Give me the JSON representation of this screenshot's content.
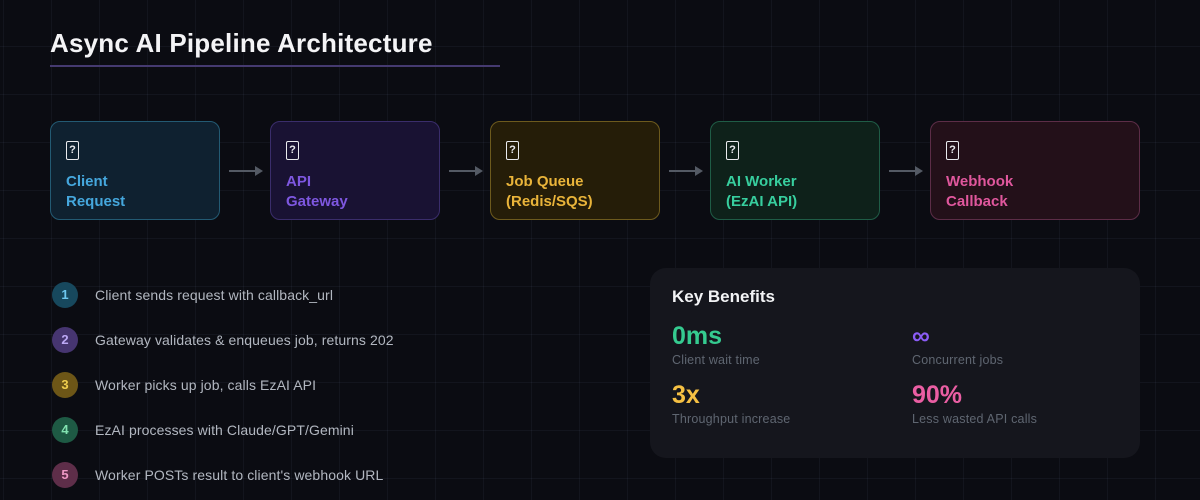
{
  "header": {
    "title": "Async AI Pipeline Architecture",
    "underline_color": "#453a70"
  },
  "pipeline": {
    "arrow_color": "#545a64",
    "nodes": [
      {
        "icon": "missing-glyph",
        "icon_char": "?",
        "line1": "Client",
        "line2": "Request",
        "accent": "#45a7dd",
        "bg": "#0f2130",
        "border": "#235a73"
      },
      {
        "icon": "missing-glyph",
        "icon_char": "?",
        "line1": "API",
        "line2": "Gateway",
        "accent": "#7e57e0",
        "bg": "#191233",
        "border": "#3a2d6b"
      },
      {
        "icon": "missing-glyph",
        "icon_char": "?",
        "line1": "Job Queue",
        "line2": "(Redis/SQS)",
        "accent": "#e9b43a",
        "bg": "#251d08",
        "border": "#6d5a1d"
      },
      {
        "icon": "missing-glyph",
        "icon_char": "?",
        "line1": "AI Worker",
        "line2": "(EzAI API)",
        "accent": "#37ce9e",
        "bg": "#0e211a",
        "border": "#1f5c46"
      },
      {
        "icon": "missing-glyph",
        "icon_char": "?",
        "line1": "Webhook",
        "line2": "Callback",
        "accent": "#e0579d",
        "bg": "#231019",
        "border": "#5c2d47"
      }
    ]
  },
  "steps": [
    {
      "num": "1",
      "text": "Client sends request with callback_url",
      "circle_bg": "#17485d",
      "num_color": "#6ec8ef"
    },
    {
      "num": "2",
      "text": "Gateway validates & enqueues job, returns 202",
      "circle_bg": "#463570",
      "num_color": "#bca8f5"
    },
    {
      "num": "3",
      "text": "Worker picks up job, calls EzAI API",
      "circle_bg": "#6d5617",
      "num_color": "#f0cf4e"
    },
    {
      "num": "4",
      "text": "EzAI processes with Claude/GPT/Gemini",
      "circle_bg": "#1e5a44",
      "num_color": "#82e2b1"
    },
    {
      "num": "5",
      "text": "Worker POSTs result to client's webhook URL",
      "circle_bg": "#5e2e49",
      "num_color": "#f09ac6"
    }
  ],
  "benefits": {
    "title": "Key Benefits",
    "stats": [
      {
        "value": "0ms",
        "label": "Client wait time",
        "color": "#35cb90"
      },
      {
        "value": "∞",
        "label": "Concurrent jobs",
        "color": "#8b5cf6"
      },
      {
        "value": "3x",
        "label": "Throughput increase",
        "color": "#f5c043"
      },
      {
        "value": "90%",
        "label": "Less wasted API calls",
        "color": "#ea5ea3"
      }
    ]
  }
}
